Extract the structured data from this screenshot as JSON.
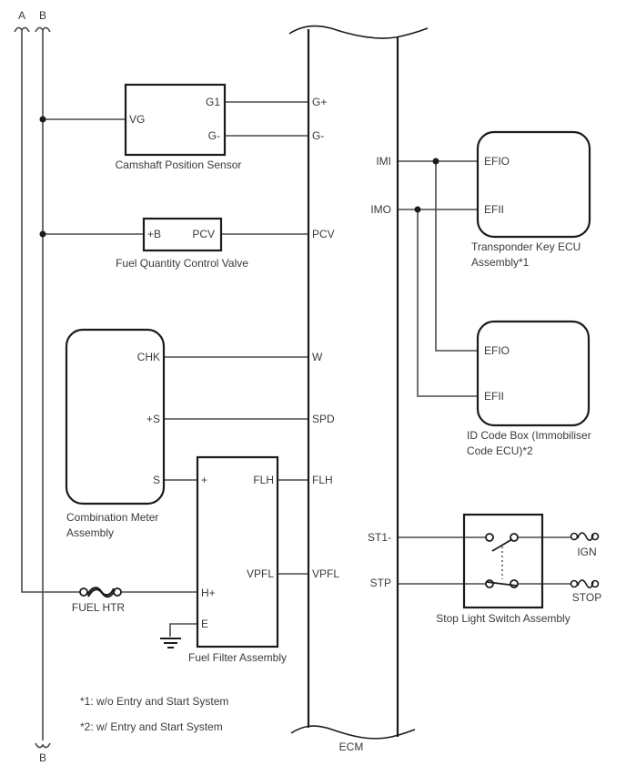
{
  "trunk": {
    "a": "A",
    "b_top": "B",
    "b_bottom": "B"
  },
  "ecm": {
    "label": "ECM",
    "pins_left": [
      "G+",
      "G-",
      "PCV",
      "W",
      "SPD",
      "FLH",
      "VPFL"
    ],
    "pins_right": [
      "IMI",
      "IMO",
      "ST1-",
      "STP"
    ]
  },
  "camshaft": {
    "caption": "Camshaft Position Sensor",
    "pin_vg": "VG",
    "pin_g1": "G1",
    "pin_gminus": "G-"
  },
  "fqcv": {
    "caption": "Fuel Quantity Control Valve",
    "pin_b": "+B",
    "pin_pcv": "PCV"
  },
  "combination_meter": {
    "caption1": "Combination Meter",
    "caption2": "Assembly",
    "pin_chk": "CHK",
    "pin_plus_s": "+S",
    "pin_s": "S"
  },
  "fuel_filter": {
    "caption": "Fuel Filter Assembly",
    "pin_plus": "+",
    "pin_flh": "FLH",
    "pin_vpfl": "VPFL",
    "pin_hplus": "H+",
    "pin_e": "E"
  },
  "fuel_heater": {
    "label": "FUEL HTR"
  },
  "transponder_ecu": {
    "caption1": "Transponder Key ECU",
    "caption2": "Assembly*1",
    "pin_efio": "EFIO",
    "pin_efii": "EFII"
  },
  "id_code_box": {
    "caption1": "ID Code Box (Immobiliser",
    "caption2": "Code ECU)*2",
    "pin_efio": "EFIO",
    "pin_efii": "EFII"
  },
  "stop_light_switch": {
    "caption": "Stop Light Switch Assembly",
    "ign_label": "IGN",
    "stop_label": "STOP"
  },
  "notes": {
    "note1": "*1: w/o Entry and Start System",
    "note2": "*2: w/ Entry and Start System"
  },
  "colors": {
    "background": "#ffffff",
    "component_border": "#1b1b1b",
    "wire": "#4a4a4a",
    "text": "#3a3a3a"
  }
}
